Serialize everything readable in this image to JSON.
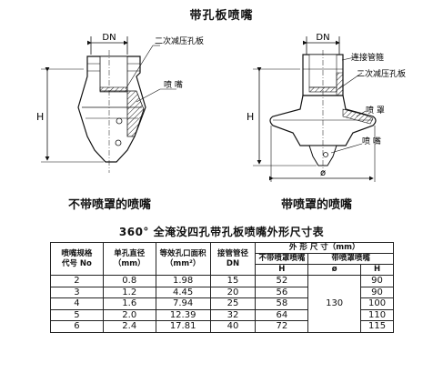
{
  "page": {
    "title": "带孔板喷嘴"
  },
  "figure_left": {
    "caption": "不带喷罩的喷嘴",
    "label_dn": "DN",
    "label_h": "H",
    "label_plate": "二次减压孔板",
    "label_nozzle": "喷 嘴"
  },
  "figure_right": {
    "caption": "带喷罩的喷嘴",
    "label_dn": "DN",
    "label_h": "H",
    "label_phi": "ø",
    "label_coupling": "连接管箍",
    "label_plate": "二次减压孔板",
    "label_hood": "喷 罩",
    "label_nozzle": "喷 嘴"
  },
  "table": {
    "title": "360° 全淹没四孔带孔板喷嘴外形尺寸表",
    "headers": {
      "spec": "喷嘴规格\n代号 No",
      "hole_diameter": "单孔直径\n（mm）",
      "equiv_area": "等效孔口面积\n（mm²）",
      "pipe_dia": "接管管径\nDN",
      "dimensions": "外 形 尺 寸（mm）",
      "no_hood": "不带喷罩喷嘴",
      "with_hood": "带喷罩喷嘴",
      "h1": "H",
      "phi": "ø",
      "h2": "H"
    },
    "rows": [
      {
        "no": "2",
        "d": "0.8",
        "area": "1.98",
        "dn": "15",
        "h1": "52",
        "h2": "90"
      },
      {
        "no": "3",
        "d": "1.2",
        "area": "4.45",
        "dn": "20",
        "h1": "56",
        "h2": "90"
      },
      {
        "no": "4",
        "d": "1.6",
        "area": "7.94",
        "dn": "25",
        "h1": "58",
        "h2": "100"
      },
      {
        "no": "5",
        "d": "2.0",
        "area": "12.39",
        "dn": "32",
        "h1": "64",
        "h2": "110"
      },
      {
        "no": "6",
        "d": "2.4",
        "area": "17.81",
        "dn": "40",
        "h1": "72",
        "h2": "115"
      }
    ],
    "phi_value": "130"
  }
}
